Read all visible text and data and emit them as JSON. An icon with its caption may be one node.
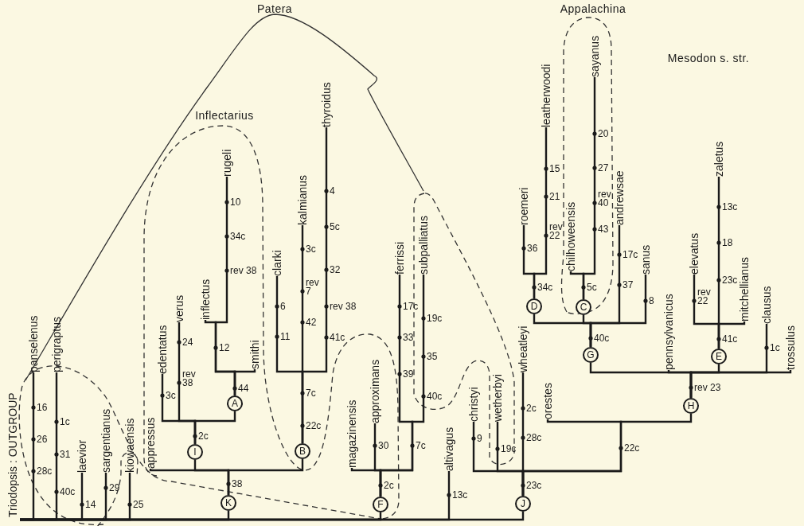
{
  "diagram": {
    "nodes": [
      {
        "text": [
          "panselenus"
        ]
      },
      {
        "text": [
          "perigraptus"
        ]
      },
      {
        "text": [
          "laevior"
        ]
      },
      {
        "text": [
          "sargentianus"
        ]
      },
      {
        "text": [
          "kiowaensis"
        ]
      },
      {
        "text": [
          "K"
        ]
      },
      {
        "text": [
          "appressus"
        ]
      },
      {
        "text": [
          "I"
        ]
      },
      {
        "text": [
          "edentatus"
        ]
      },
      {
        "text": [
          "verus"
        ]
      },
      {
        "text": [
          "A"
        ]
      },
      {
        "text": [
          "inflectus"
        ]
      },
      {
        "text": [
          "rugeli"
        ]
      },
      {
        "text": [
          "smithi"
        ]
      },
      {
        "text": [
          "B"
        ]
      },
      {
        "text": [
          "clarki"
        ]
      },
      {
        "text": [
          "kalmianus"
        ]
      },
      {
        "text": [
          "thyroidus"
        ]
      },
      {
        "text": [
          "F"
        ]
      },
      {
        "text": [
          "magazinensis"
        ]
      },
      {
        "text": [
          "approximans"
        ]
      },
      {
        "text": [
          "ferrissi"
        ]
      },
      {
        "text": [
          "subpalliatus"
        ]
      },
      {
        "text": [
          "altivagus"
        ]
      },
      {
        "text": [
          "J"
        ]
      },
      {
        "text": [
          "christyi"
        ]
      },
      {
        "text": [
          "wetherbyi"
        ]
      },
      {
        "text": [
          "wheatleyi"
        ]
      },
      {
        "text": [
          "orestes"
        ]
      },
      {
        "text": [
          "H"
        ]
      },
      {
        "text": [
          "G"
        ]
      },
      {
        "text": [
          "D"
        ]
      },
      {
        "text": [
          "roemeri"
        ]
      },
      {
        "text": [
          "leatherwoodi"
        ]
      },
      {
        "text": [
          "C"
        ]
      },
      {
        "text": [
          "chilhoweensis"
        ]
      },
      {
        "text": [
          "sayanus"
        ]
      },
      {
        "text": [
          "andrewsae"
        ]
      },
      {
        "text": [
          "sanus"
        ]
      },
      {
        "text": [
          "pennsylvanicus"
        ]
      },
      {
        "text": [
          "E"
        ]
      },
      {
        "text": [
          "elevatus"
        ]
      },
      {
        "text": [
          "zaletus"
        ]
      },
      {
        "text": [
          "mitchellianus"
        ]
      },
      {
        "text": [
          "clausus"
        ]
      },
      {
        "text": [
          "trossulus"
        ]
      },
      {
        "text": [
          "Triodopsis : OUTGROUP"
        ]
      }
    ],
    "edges": [
      {
        "from": 46,
        "to": 0,
        "arrow": "none"
      },
      {
        "from": 46,
        "to": 1,
        "arrow": "none"
      },
      {
        "from": 46,
        "to": 2,
        "arrow": "none"
      },
      {
        "from": 46,
        "to": 3,
        "arrow": "none"
      },
      {
        "from": 46,
        "to": 4,
        "arrow": "none"
      },
      {
        "from": 46,
        "to": 5,
        "arrow": "none"
      },
      {
        "from": 46,
        "to": 18,
        "arrow": "none"
      },
      {
        "from": 46,
        "to": 23,
        "arrow": "none"
      },
      {
        "from": 46,
        "to": 24,
        "arrow": "none"
      },
      {
        "from": 5,
        "to": 6,
        "arrow": "none"
      },
      {
        "from": 5,
        "to": 7,
        "arrow": "none"
      },
      {
        "from": 5,
        "to": 14,
        "arrow": "none"
      },
      {
        "from": 7,
        "to": 8,
        "arrow": "none"
      },
      {
        "from": 7,
        "to": 9,
        "arrow": "none"
      },
      {
        "from": 7,
        "to": 10,
        "arrow": "none"
      },
      {
        "from": 10,
        "to": 11,
        "arrow": "none"
      },
      {
        "from": 10,
        "to": 12,
        "arrow": "none"
      },
      {
        "from": 10,
        "to": 13,
        "arrow": "none"
      },
      {
        "from": 14,
        "to": 15,
        "arrow": "none"
      },
      {
        "from": 14,
        "to": 16,
        "arrow": "none"
      },
      {
        "from": 14,
        "to": 17,
        "arrow": "none"
      },
      {
        "from": 18,
        "to": 19,
        "arrow": "none"
      },
      {
        "from": 18,
        "to": 20,
        "arrow": "none"
      },
      {
        "from": 18,
        "to": 21,
        "arrow": "none"
      },
      {
        "from": 18,
        "to": 22,
        "arrow": "none"
      },
      {
        "from": 24,
        "to": 25,
        "arrow": "none"
      },
      {
        "from": 24,
        "to": 26,
        "arrow": "none"
      },
      {
        "from": 24,
        "to": 27,
        "arrow": "none"
      },
      {
        "from": 24,
        "to": 28,
        "arrow": "none"
      },
      {
        "from": 24,
        "to": 29,
        "arrow": "none"
      },
      {
        "from": 29,
        "to": 30,
        "arrow": "none"
      },
      {
        "from": 29,
        "to": 39,
        "arrow": "none"
      },
      {
        "from": 29,
        "to": 40,
        "arrow": "none"
      },
      {
        "from": 29,
        "to": 44,
        "arrow": "none"
      },
      {
        "from": 29,
        "to": 45,
        "arrow": "none"
      },
      {
        "from": 30,
        "to": 31,
        "arrow": "none"
      },
      {
        "from": 30,
        "to": 34,
        "arrow": "none"
      },
      {
        "from": 30,
        "to": 37,
        "arrow": "none"
      },
      {
        "from": 30,
        "to": 38,
        "arrow": "none"
      },
      {
        "from": 31,
        "to": 32,
        "arrow": "none"
      },
      {
        "from": 31,
        "to": 33,
        "arrow": "none"
      },
      {
        "from": 34,
        "to": 35,
        "arrow": "none"
      },
      {
        "from": 34,
        "to": 36,
        "arrow": "none"
      },
      {
        "from": 40,
        "to": 41,
        "arrow": "none"
      },
      {
        "from": 40,
        "to": 42,
        "arrow": "none"
      },
      {
        "from": 40,
        "to": 43,
        "arrow": "none"
      }
    ],
    "labels": [
      "Patera",
      "Inflectarius",
      "Appalachina",
      "Mesodon s. str.",
      "16",
      "26",
      "28c",
      "1c",
      "31",
      "40c",
      "14",
      "29",
      "25",
      "38",
      "2c",
      "3c",
      "24",
      "rev 38",
      "44",
      "12",
      "10",
      "34c",
      "rev 38",
      "6",
      "11",
      "3c",
      "rev 7",
      "42",
      "4",
      "5c",
      "32",
      "rev 38",
      "41c",
      "7c",
      "22c",
      "17c",
      "33",
      "39",
      "19c",
      "35",
      "40c",
      "7c",
      "30",
      "2c",
      "13c",
      "9",
      "19c",
      "2c",
      "28c",
      "23c",
      "22c",
      "rev 23",
      "36",
      "15",
      "21",
      "rev 22",
      "34c",
      "20",
      "27",
      "rev 40",
      "43",
      "5c",
      "17c",
      "37",
      "8",
      "40c",
      "rev 22",
      "13c",
      "18",
      "23c",
      "41c",
      "1c"
    ]
  }
}
